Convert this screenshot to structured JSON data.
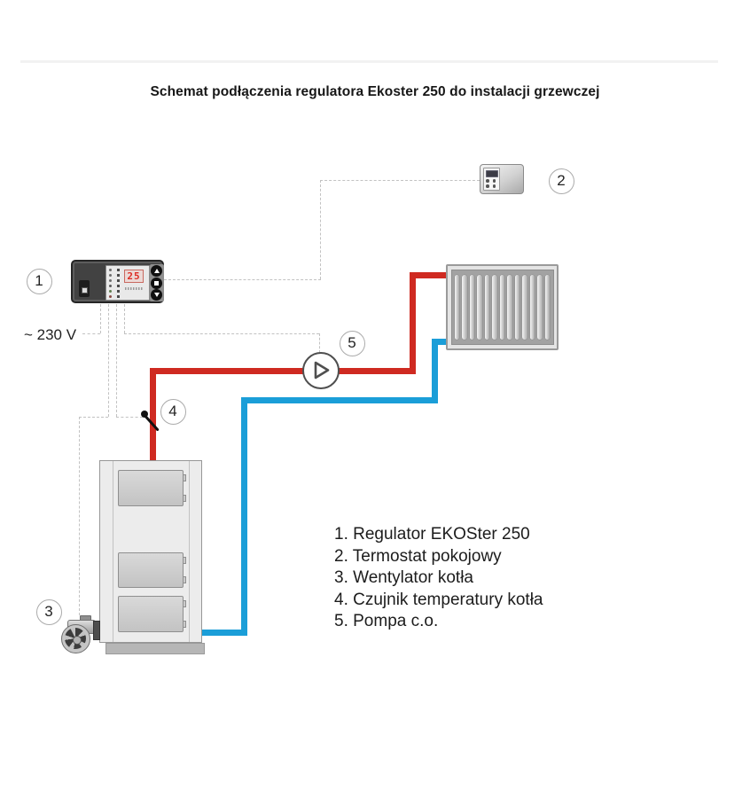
{
  "page": {
    "title": "Schemat podłączenia regulatora Ekoster 250 do instalacji grzewczej"
  },
  "controller": {
    "display_value": "25"
  },
  "labels": {
    "voltage": "~ 230 V"
  },
  "callouts": [
    "1",
    "2",
    "3",
    "4",
    "5"
  ],
  "legend": {
    "items": [
      "1. Regulator EKOSter 250",
      "2. Termostat pokojowy",
      "3. Wentylator kotła",
      "4. Czujnik temperatury kotła",
      "5. Pompa c.o."
    ]
  },
  "colors": {
    "supply_pipe": "#cf2a21",
    "return_pipe": "#1b9ed8",
    "display_digits": "#dd2f27",
    "wire": "#c2c2c2"
  }
}
